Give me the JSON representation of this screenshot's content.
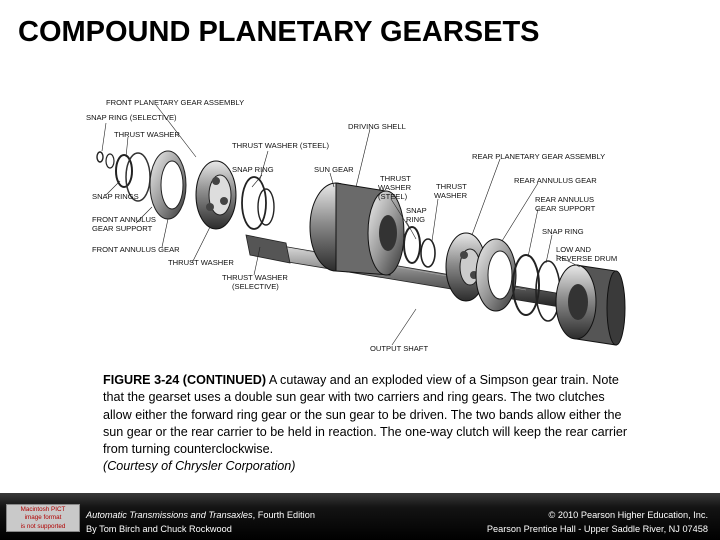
{
  "slide": {
    "title": "COMPOUND PLANETARY GEARSETS"
  },
  "figure": {
    "labels": {
      "front_planetary_gear_assembly": "FRONT PLANETARY GEAR ASSEMBLY",
      "snap_ring_selective": "SNAP RING (SELECTIVE)",
      "thrust_washer_1": "THRUST WASHER",
      "driving_shell": "DRIVING SHELL",
      "thrust_washer_steel_1": "THRUST WASHER (STEEL)",
      "rear_planetary_gear_assembly": "REAR PLANETARY GEAR ASSEMBLY",
      "snap_ring_1": "SNAP RING",
      "sun_gear": "SUN GEAR",
      "thrust_washer_steel_2_line1": "THRUST",
      "thrust_washer_steel_2_line2": "WASHER",
      "thrust_washer_steel_2_line3": "(STEEL)",
      "thrust_washer_2_line1": "THRUST",
      "thrust_washer_2_line2": "WASHER",
      "rear_annulus_gear": "REAR ANNULUS GEAR",
      "snap_rings": "SNAP RINGS",
      "snap_ring_2_line1": "SNAP",
      "snap_ring_2_line2": "RING",
      "rear_annulus_gear_support_line1": "REAR ANNULUS",
      "rear_annulus_gear_support_line2": "GEAR SUPPORT",
      "front_annulus_gear_support_line1": "FRONT ANNULUS",
      "front_annulus_gear_support_line2": "GEAR SUPPORT",
      "snap_ring_3": "SNAP RING",
      "front_annulus_gear": "FRONT ANNULUS GEAR",
      "low_reverse_drum_line1": "LOW AND",
      "low_reverse_drum_line2": "REVERSE DRUM",
      "thrust_washer_3": "THRUST WASHER",
      "thrust_washer_selective_line1": "THRUST WASHER",
      "thrust_washer_selective_line2": "(SELECTIVE)",
      "output_shaft": "OUTPUT SHAFT"
    }
  },
  "caption": {
    "figure_number": "FIGURE 3-24 (CONTINUED)",
    "text": " A cutaway and an exploded view of a Simpson gear train. Note that the gearset uses a double sun gear with two carriers and ring gears. The two clutches allow either the forward ring gear or the sun gear to be driven. The two bands allow either the sun gear or the rear carrier to be held in reaction. The one-way clutch will keep the rear carrier from turning counterclockwise.",
    "courtesy": "(Courtesy of Chrysler Corporation)"
  },
  "footer": {
    "notice_line1": "Macintosh PICT",
    "notice_line2": "image format",
    "notice_line3": "is not supported",
    "book_title": "Automatic Transmissions and Transaxles",
    "edition": ", Fourth Edition",
    "authors": "By Tom Birch and Chuck Rockwood",
    "copyright": "© 2010 Pearson Higher Education, Inc.",
    "publisher": "Pearson Prentice Hall - Upper Saddle River, NJ 07458"
  }
}
